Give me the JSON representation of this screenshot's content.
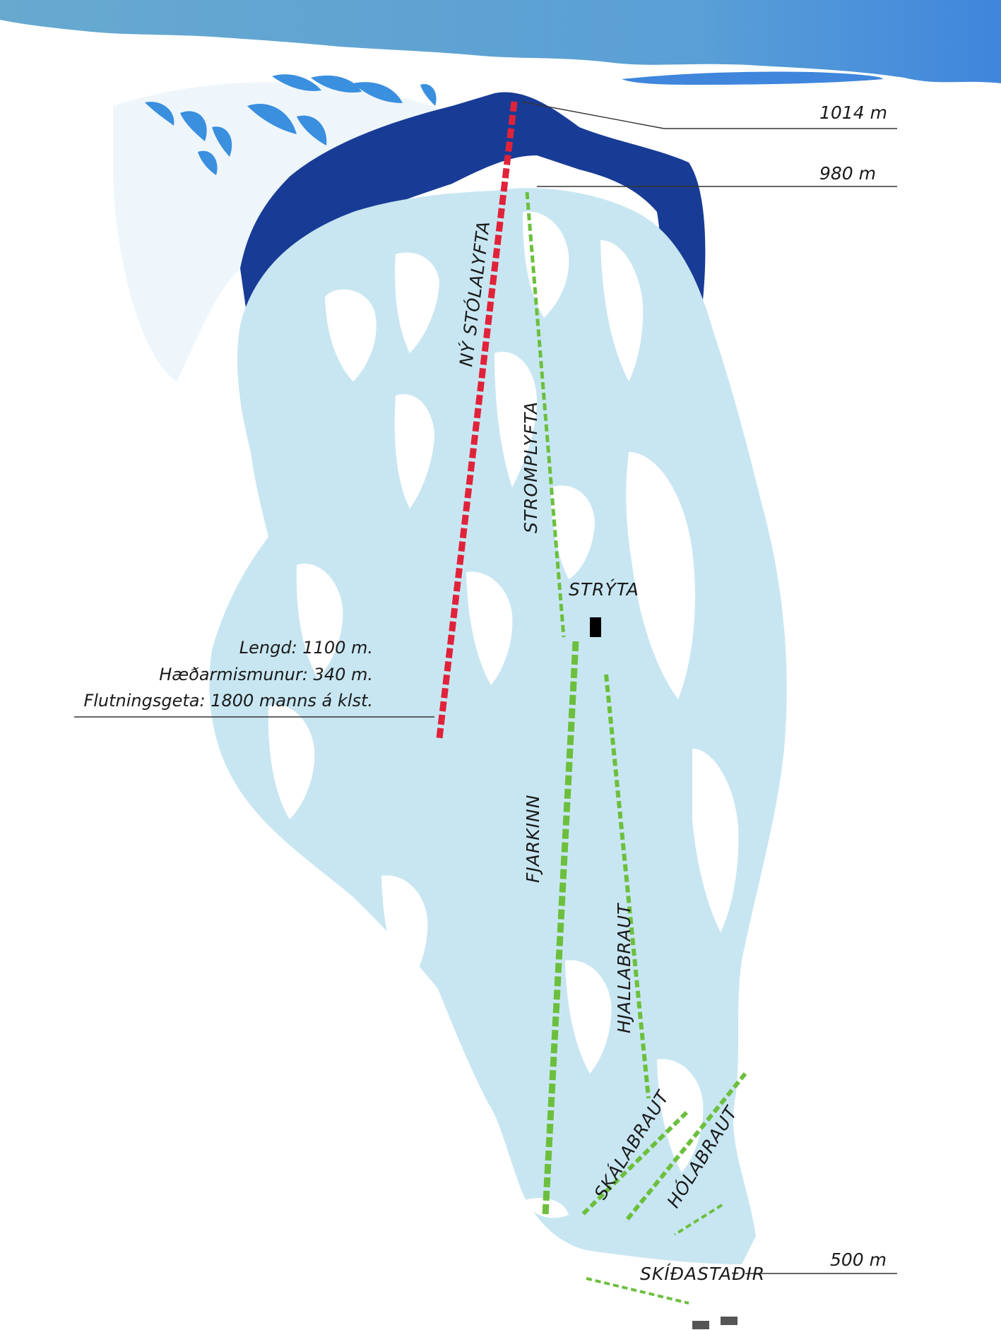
{
  "elevations": {
    "summit": "1014 m",
    "top_station": "980 m",
    "base": "500 m"
  },
  "lift_info": {
    "length": "Lengd: 1100 m.",
    "vertical_drop": "Hæðarmismunur: 340 m.",
    "capacity": "Flutningsgeta: 1800 manns á klst."
  },
  "lifts": {
    "new_chairlift": "NÝ STÓLALYFTA",
    "stromplyfta": "STROMPLYFTA",
    "fjarkinn": "FJARKINN",
    "hjallabraut": "HJALLABRAUT",
    "skalabraut": "SKÁLABRAUT",
    "holabraut": "HÓLABRAUT"
  },
  "places": {
    "stryta": "STRÝTA",
    "skidastadir": "SKÍÐASTAÐIR"
  },
  "colors": {
    "sky_top": "#5ea2d0",
    "sky_right": "#3f86dc",
    "rock": "#3a8fde",
    "piste_easy": "#c8e6f2",
    "piste_hard": "#183c96",
    "new_lift": "#e0233a",
    "existing_lift": "#6cbf3d",
    "label_text": "#1a1a1a"
  }
}
